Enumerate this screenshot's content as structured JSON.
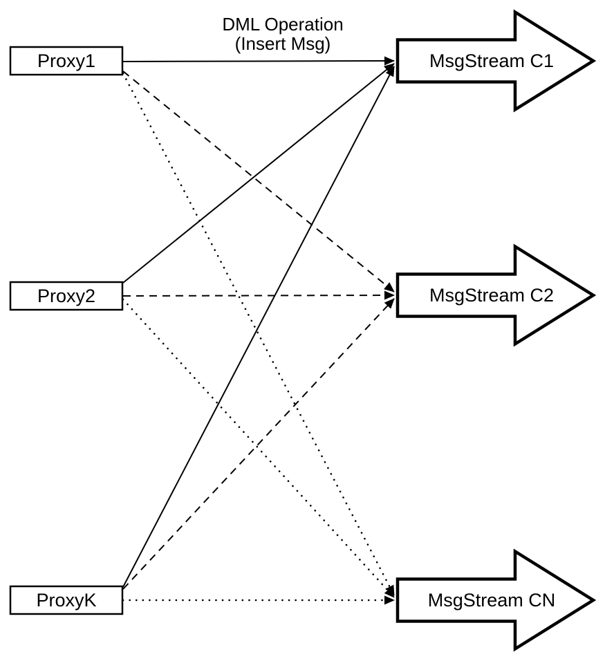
{
  "diagram": {
    "title": {
      "line1": "DML Operation",
      "line2": "(Insert Msg)"
    },
    "proxies": [
      {
        "label": "Proxy1"
      },
      {
        "label": "Proxy2"
      },
      {
        "label": "ProxyK"
      }
    ],
    "streams": [
      {
        "label": "MsgStream C1"
      },
      {
        "label": "MsgStream C2"
      },
      {
        "label": "MsgStream CN"
      }
    ],
    "edges": [
      {
        "from": "Proxy1",
        "to": "MsgStream C1",
        "style": "solid"
      },
      {
        "from": "Proxy2",
        "to": "MsgStream C1",
        "style": "solid"
      },
      {
        "from": "ProxyK",
        "to": "MsgStream C1",
        "style": "solid"
      },
      {
        "from": "Proxy1",
        "to": "MsgStream C2",
        "style": "dashed"
      },
      {
        "from": "Proxy2",
        "to": "MsgStream C2",
        "style": "dashed"
      },
      {
        "from": "ProxyK",
        "to": "MsgStream C2",
        "style": "dashed"
      },
      {
        "from": "Proxy1",
        "to": "MsgStream CN",
        "style": "dotted"
      },
      {
        "from": "Proxy2",
        "to": "MsgStream CN",
        "style": "dotted"
      },
      {
        "from": "ProxyK",
        "to": "MsgStream CN",
        "style": "dotted"
      }
    ],
    "colors": {
      "stroke": "#000000",
      "fill": "#ffffff",
      "text": "#000000"
    }
  }
}
